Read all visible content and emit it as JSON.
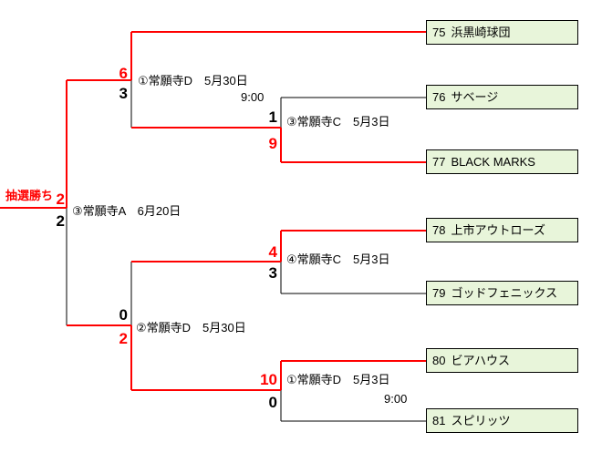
{
  "colors": {
    "winner_path": "#ff0000",
    "bracket_line": "#000000",
    "team_box_fill": "#e8f5da",
    "team_box_border": "#000000",
    "winner_score": "#ff0000",
    "loser_score": "#000000"
  },
  "teams": [
    {
      "number": "75",
      "name": "浜黒崎球団"
    },
    {
      "number": "76",
      "name": "サベージ"
    },
    {
      "number": "77",
      "name": "BLACK MARKS"
    },
    {
      "number": "78",
      "name": "上市アウトローズ"
    },
    {
      "number": "79",
      "name": "ゴッドフェニックス"
    },
    {
      "number": "80",
      "name": "ビアハウス"
    },
    {
      "number": "81",
      "name": "スピリッツ"
    }
  ],
  "matches": {
    "semifinal_top": {
      "label": "①常願寺D　5月30日",
      "time": "9:00",
      "score_top": "6",
      "score_bottom": "3",
      "winner": "top"
    },
    "round1_a": {
      "label": "③常願寺C　5月3日",
      "score_top": "1",
      "score_bottom": "9",
      "winner": "bottom"
    },
    "round1_b": {
      "label": "④常願寺C　5月3日",
      "score_top": "4",
      "score_bottom": "3",
      "winner": "top"
    },
    "semifinal_bottom": {
      "label": "②常願寺D　5月30日",
      "score_top": "0",
      "score_bottom": "2",
      "winner": "bottom"
    },
    "round1_c": {
      "label": "①常願寺D　5月3日",
      "time": "9:00",
      "score_top": "10",
      "score_bottom": "0",
      "winner": "top"
    },
    "final": {
      "label": "③常願寺A　6月20日",
      "score_top": "2",
      "score_bottom": "2",
      "winner": "top",
      "note": "抽選勝ち"
    }
  }
}
